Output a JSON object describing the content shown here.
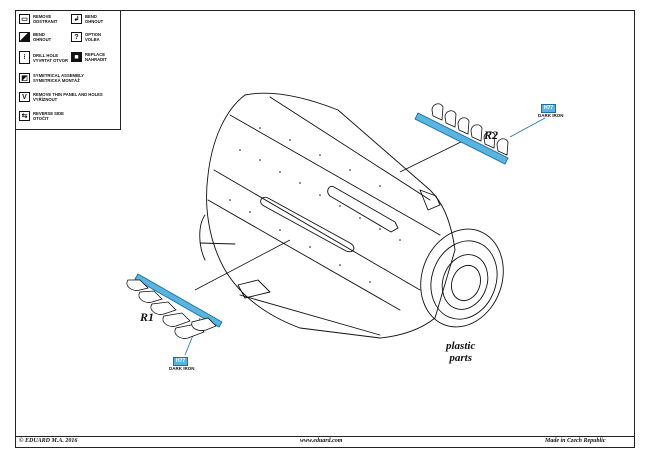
{
  "legend": {
    "items": [
      {
        "icon": "remove-icon",
        "glyph": "▭",
        "line1": "REMOVE",
        "line2": "ODSTRANIT"
      },
      {
        "icon": "bend-icon",
        "glyph": "↲",
        "line1": "BEND",
        "line2": "OHNOUT"
      },
      {
        "icon": "bend-partial-icon",
        "glyph": "",
        "line1": "BEND",
        "line2": "OHNOUT"
      },
      {
        "icon": "option-icon",
        "glyph": "?",
        "line1": "OPTION",
        "line2": "VOLBA"
      },
      {
        "icon": "drill-hole-icon",
        "glyph": "⁝",
        "line1": "DRILL HOLE",
        "line2": "VYVRTAT OTVOR"
      },
      {
        "icon": "replace-icon",
        "glyph": "■",
        "line1": "REPLACE",
        "line2": "NAHRADIT"
      },
      {
        "icon": "symmetrical-assembly-icon",
        "glyph": "◩",
        "line1": "SYMETRICAL ASSEMBLY",
        "line2": "SYMETRICKÁ MONTÁŽ"
      },
      {
        "icon": "remove-panel-icon",
        "glyph": "V",
        "line1": "REMOVE THIN PANEL AND HOLES",
        "line2": "VYŘÍZNOUT"
      },
      {
        "icon": "reverse-side-icon",
        "glyph": "⇆",
        "line1": "REVERSE SIDE",
        "line2": "OTOČIT"
      }
    ]
  },
  "parts": {
    "r1": {
      "label": "R1",
      "color_code": "H77",
      "color_name": "DARK IRON"
    },
    "r2": {
      "label": "R2",
      "color_code": "H77",
      "color_name": "DARK IRON"
    }
  },
  "plastic_parts": {
    "line1": "plastic",
    "line2": "parts"
  },
  "colors": {
    "part_fill": "#5ab4df",
    "part_stroke": "#1a6fa0",
    "line": "#111111"
  },
  "footer": {
    "copyright": "© EDUARD M.A. 2016",
    "website": "www.eduard.com",
    "made_in": "Made in Czech Republic"
  }
}
